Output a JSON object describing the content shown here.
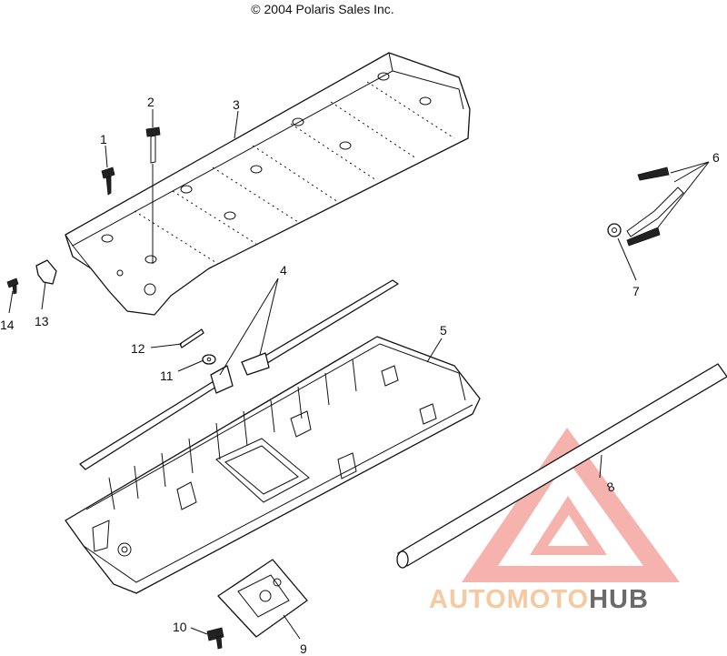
{
  "header": {
    "copyright": "© 2004 Polaris Sales Inc."
  },
  "callouts": [
    {
      "id": "1",
      "label": "1"
    },
    {
      "id": "2",
      "label": "2"
    },
    {
      "id": "3",
      "label": "3"
    },
    {
      "id": "4",
      "label": "4"
    },
    {
      "id": "5",
      "label": "5"
    },
    {
      "id": "6",
      "label": "6"
    },
    {
      "id": "7",
      "label": "7"
    },
    {
      "id": "8",
      "label": "8"
    },
    {
      "id": "9",
      "label": "9"
    },
    {
      "id": "10",
      "label": "10"
    },
    {
      "id": "11",
      "label": "11"
    },
    {
      "id": "12",
      "label": "12"
    },
    {
      "id": "13",
      "label": "13"
    },
    {
      "id": "14",
      "label": "14"
    }
  ],
  "watermark": {
    "part1": "AUTOMOTO",
    "part2": "HUB",
    "color_light": "#f7a6a0",
    "color_peach": "#f7c9a0",
    "color_hub": "#6b6b6b"
  }
}
